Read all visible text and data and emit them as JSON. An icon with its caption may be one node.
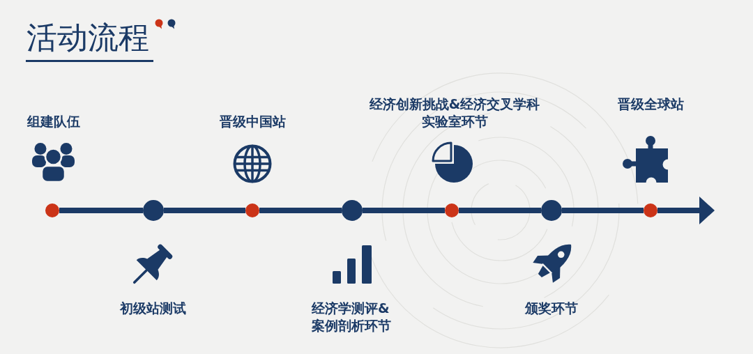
{
  "diagram": {
    "title": "活动流程",
    "nodes": [
      {
        "text": [],
        "shape": "circle"
      },
      {
        "text": [],
        "shape": "circle"
      },
      {
        "text": [],
        "shape": "circle"
      },
      {
        "text": [],
        "shape": "circle"
      },
      {
        "text": [],
        "shape": "circle"
      },
      {
        "text": [],
        "shape": "circle"
      },
      {
        "text": [],
        "shape": "circle"
      }
    ],
    "edges": [
      {
        "from": 0,
        "to": 1,
        "arrow": "none"
      },
      {
        "from": 1,
        "to": 2,
        "arrow": "none"
      },
      {
        "from": 2,
        "to": 3,
        "arrow": "none"
      },
      {
        "from": 3,
        "to": 4,
        "arrow": "none"
      },
      {
        "from": 4,
        "to": 5,
        "arrow": "none"
      },
      {
        "from": 5,
        "to": 6,
        "arrow": "none"
      },
      {
        "from": 6,
        "to": null,
        "arrow": "to"
      }
    ],
    "labels": [
      "组建队伍",
      "初级站测试",
      "晋级中国站",
      "经济学测评&案例剖析环节",
      "经济创新挑战&经济交叉学科实验室环节",
      "颁奖环节",
      "晋级全球站"
    ]
  }
}
